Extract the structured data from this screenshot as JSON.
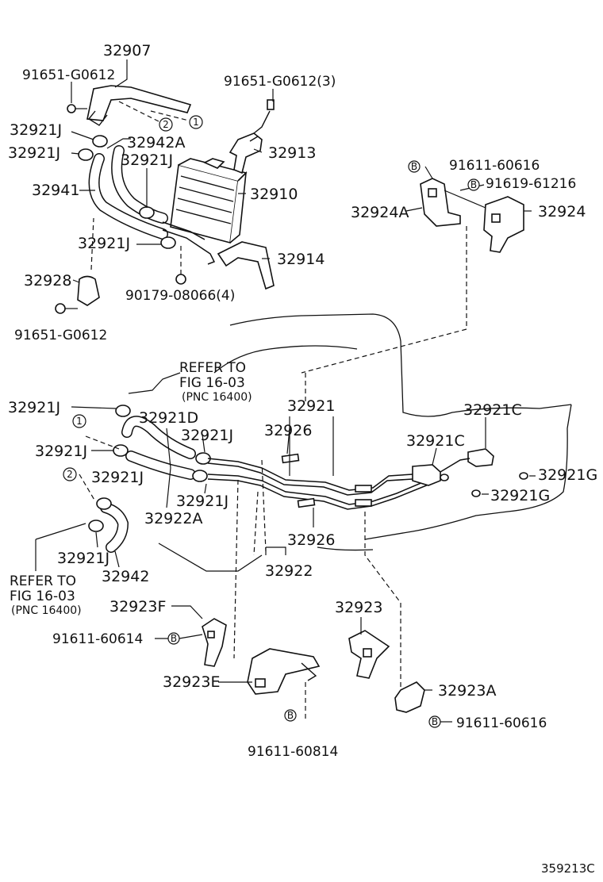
{
  "labels": {
    "p32907": "32907",
    "p91651_a": "91651-G0612",
    "p91651_3": "91651-G0612(3)",
    "p32921j_1": "32921J",
    "p32921j_2": "32921J",
    "p32942a": "32942A",
    "p32913": "32913",
    "p32921j_3": "32921J",
    "p32941": "32941",
    "p32910": "32910",
    "p32921j_4": "32921J",
    "p32914": "32914",
    "p32928": "32928",
    "p90179": "90179-08066(4)",
    "p91651_b": "91651-G0612",
    "p91611_60616_a": "91611-60616",
    "p91619": "91619-61216",
    "p32924a": "32924A",
    "p32924": "32924",
    "ref1_l1": "REFER TO",
    "ref1_l2": "FIG 16-03",
    "ref1_l3": "(PNC 16400)",
    "p32921j_5": "32921J",
    "p32921": "32921",
    "p32921d": "32921D",
    "p32921j_6": "32921J",
    "p32926_a": "32926",
    "p32921c_a": "32921C",
    "p32921c_b": "32921C",
    "p32921j_7": "32921J",
    "p32921j_8": "32921J",
    "p32921g_a": "32921G",
    "p32921g_b": "32921G",
    "p32921j_9": "32921J",
    "p32922a": "32922A",
    "p32926_b": "32926",
    "p32921j_10": "32921J",
    "p32942": "32942",
    "p32922": "32922",
    "ref2_l1": "REFER TO",
    "ref2_l2": "FIG 16-03",
    "ref2_l3": "(PNC 16400)",
    "p32923f": "32923F",
    "p32923": "32923",
    "p91611_60614": "91611-60614",
    "p32923e": "32923E",
    "p32923a": "32923A",
    "p91611_60616_b": "91611-60616",
    "p91611_60814": "91611-60814",
    "figure_code": "359213C"
  },
  "markers": {
    "one": "1",
    "two": "2",
    "b": "B"
  }
}
